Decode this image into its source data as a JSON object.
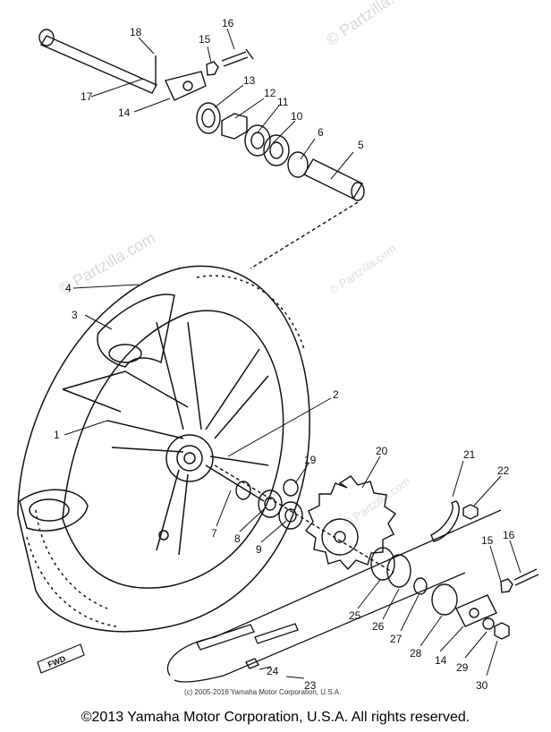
{
  "watermark": "© Partzilla.com",
  "small_copyright": "(c) 2005-2016 Yamaha Motor Corporation, U.S.A.",
  "footer_copyright": "©2013 Yamaha Motor Corporation, U.S.A. All rights reserved.",
  "direction_tag": "FWD",
  "callouts": [
    "1",
    "2",
    "3",
    "4",
    "5",
    "6",
    "7",
    "8",
    "9",
    "10",
    "11",
    "12",
    "13",
    "14",
    "14",
    "15",
    "15",
    "16",
    "16",
    "17",
    "18",
    "19",
    "20",
    "21",
    "22",
    "23",
    "24",
    "25",
    "26",
    "27",
    "28",
    "29",
    "30"
  ]
}
